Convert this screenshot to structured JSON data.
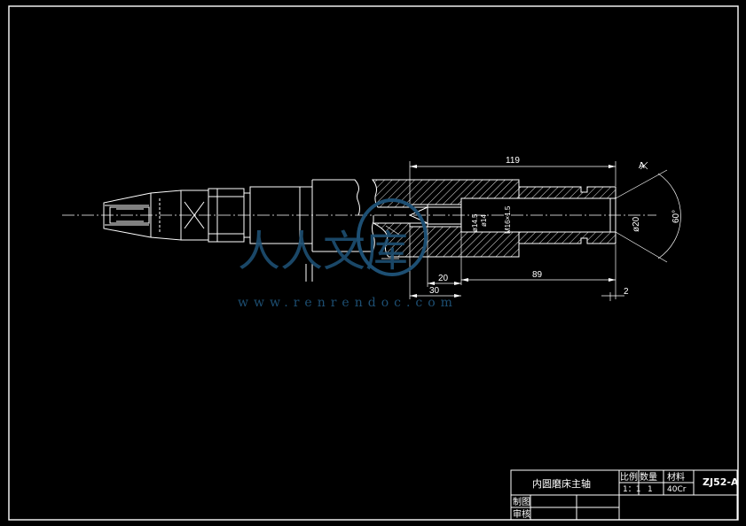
{
  "dimensions": {
    "overall_length": "119",
    "bore_depth": "89",
    "thread_length": "20",
    "step_length": "30",
    "end_chamfer": "2",
    "bore_diameter": "ø20",
    "center_hole_diameter": "ø14.5",
    "small_dia": "ø14",
    "thread_spec": "M16×1.5",
    "cone_angle": "60°",
    "section_mark": "A"
  },
  "title_block": {
    "part_name": "内圆磨床主轴",
    "scale_header": "比例",
    "quantity_header": "数量",
    "material_header": "材料",
    "drawing_number": "ZJ52-A",
    "scale_value": "1：1",
    "quantity_value": "1",
    "material_value": "40Cr",
    "designer_label": "制图",
    "checker_label": "审核"
  },
  "watermark": {
    "text": "人人文库",
    "url": "www.renrendoc.com",
    "color": "#1d4f73"
  }
}
